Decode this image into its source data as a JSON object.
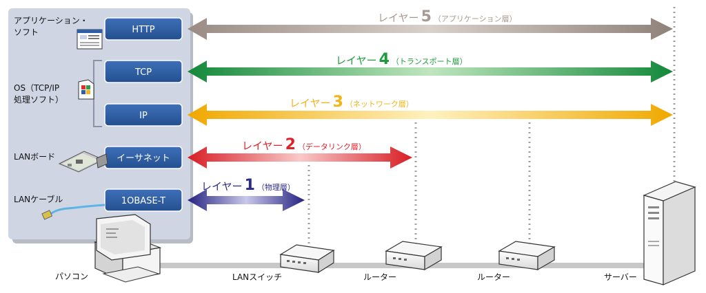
{
  "stack": {
    "labels": {
      "app": [
        "アプリケーション・",
        "ソフト"
      ],
      "os": [
        "OS（TCP/IP",
        "処理ソフト）"
      ],
      "lan_board": "LANボード",
      "lan_cable": "LANケーブル"
    },
    "boxes": {
      "http": "HTTP",
      "tcp": "TCP",
      "ip": "IP",
      "ethernet": "イーサネット",
      "base_t": "1OBASE-T"
    }
  },
  "layers": {
    "l5": {
      "prefix": "レイヤー",
      "number": "5",
      "suffix": "（アプリケーション層）",
      "color": "#a89a92"
    },
    "l4": {
      "prefix": "レイヤー",
      "number": "4",
      "suffix": "（トランスポート層）",
      "color": "#1f9a3c"
    },
    "l3": {
      "prefix": "レイヤー",
      "number": "3",
      "suffix": "（ネットワーク層）",
      "color": "#f2b416"
    },
    "l2": {
      "prefix": "レイヤー",
      "number": "2",
      "suffix": "（データリンク層）",
      "color": "#e0202a"
    },
    "l1": {
      "prefix": "レイヤー",
      "number": "1",
      "suffix": "（物理層）",
      "color": "#2c2a8a"
    }
  },
  "devices": {
    "pc": "パソコン",
    "lan_switch": "LANスイッチ",
    "router1": "ルーター",
    "router2": "ルーター",
    "server": "サーバー"
  },
  "colors": {
    "panel": "#cfd5e2",
    "box": "#2f5ea8",
    "cable": "#c8c8c8"
  }
}
